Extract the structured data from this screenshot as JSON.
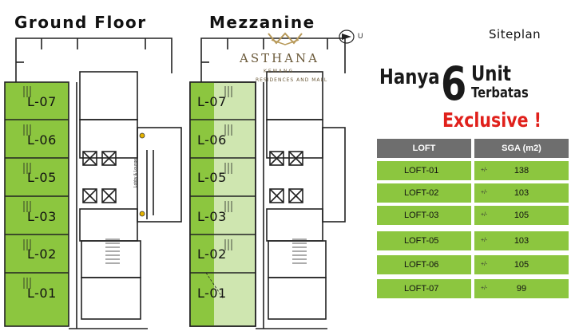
{
  "floors": {
    "ground_title": "Ground Floor",
    "mezzanine_title": "Mezzanine",
    "lobby_label": "Lobby & Lounge"
  },
  "units": [
    "L-07",
    "L-06",
    "L-05",
    "L-03",
    "L-02",
    "L-01"
  ],
  "header": {
    "siteplan": "Siteplan"
  },
  "compass": {
    "letter": "U"
  },
  "logo": {
    "name": "ASTHANA",
    "sub": "KEMANG",
    "sub2": "RESIDENCES AND MALL"
  },
  "promo": {
    "hanya": "Hanya",
    "number": "6",
    "unit": "Unit",
    "terbatas": "Terbatas",
    "exclusive": "Exclusive !"
  },
  "table": {
    "headers": [
      "LOFT",
      "SGA (m2)"
    ],
    "prefix": "+/-",
    "rows": [
      {
        "loft": "LOFT-01",
        "sga": "138"
      },
      {
        "loft": "LOFT-02",
        "sga": "103"
      },
      {
        "loft": "LOFT-03",
        "sga": "105"
      },
      {
        "loft": "LOFT-05",
        "sga": "103"
      },
      {
        "loft": "LOFT-06",
        "sga": "105"
      },
      {
        "loft": "LOFT-07",
        "sga": "99"
      }
    ]
  },
  "colors": {
    "unit_green": "#8cc63f",
    "mezz_green": "#cfe6b0",
    "header_gray": "#6e6e6e",
    "accent_red": "#e0201b",
    "logo_gold": "#6b5a3a"
  }
}
